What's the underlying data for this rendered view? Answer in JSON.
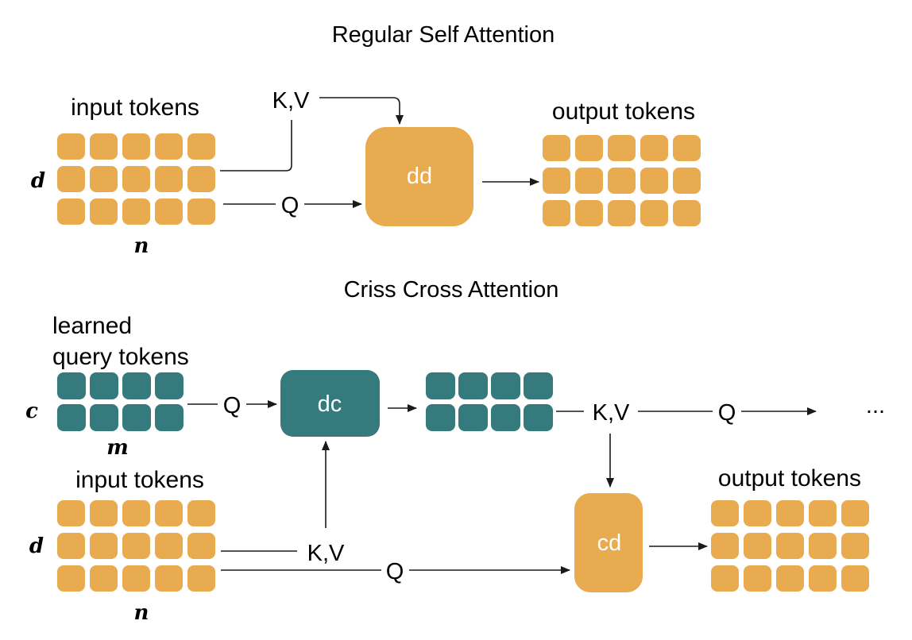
{
  "colors": {
    "orange": "#E8AB4F",
    "teal": "#357A7D",
    "ink": "#1a1a1a"
  },
  "regular": {
    "title": "Regular Self Attention",
    "input_label": "input tokens",
    "output_label": "output tokens",
    "dim_rows": "d",
    "dim_cols": "n",
    "kv_label": "K,V",
    "q_label": "Q",
    "op_label": "dd",
    "input_grid": {
      "rows": 3,
      "cols": 5
    },
    "output_grid": {
      "rows": 3,
      "cols": 5
    }
  },
  "criss": {
    "title": "Criss Cross Attention",
    "query_label_line1": "learned",
    "query_label_line2": "query tokens",
    "query_dim_rows": "c",
    "query_dim_cols": "m",
    "q_label_1": "Q",
    "op1_label": "dc",
    "kv_label_1": "K,V",
    "q_label_2": "Q",
    "ellipsis": "...",
    "input_label": "input tokens",
    "input_dim_rows": "d",
    "input_dim_cols": "n",
    "kv_label_2": "K,V",
    "q_label_3": "Q",
    "op2_label": "cd",
    "output_label": "output tokens",
    "query_grid": {
      "rows": 2,
      "cols": 4
    },
    "mid_grid": {
      "rows": 2,
      "cols": 4
    },
    "input_grid": {
      "rows": 3,
      "cols": 5
    },
    "output_grid": {
      "rows": 3,
      "cols": 5
    }
  }
}
